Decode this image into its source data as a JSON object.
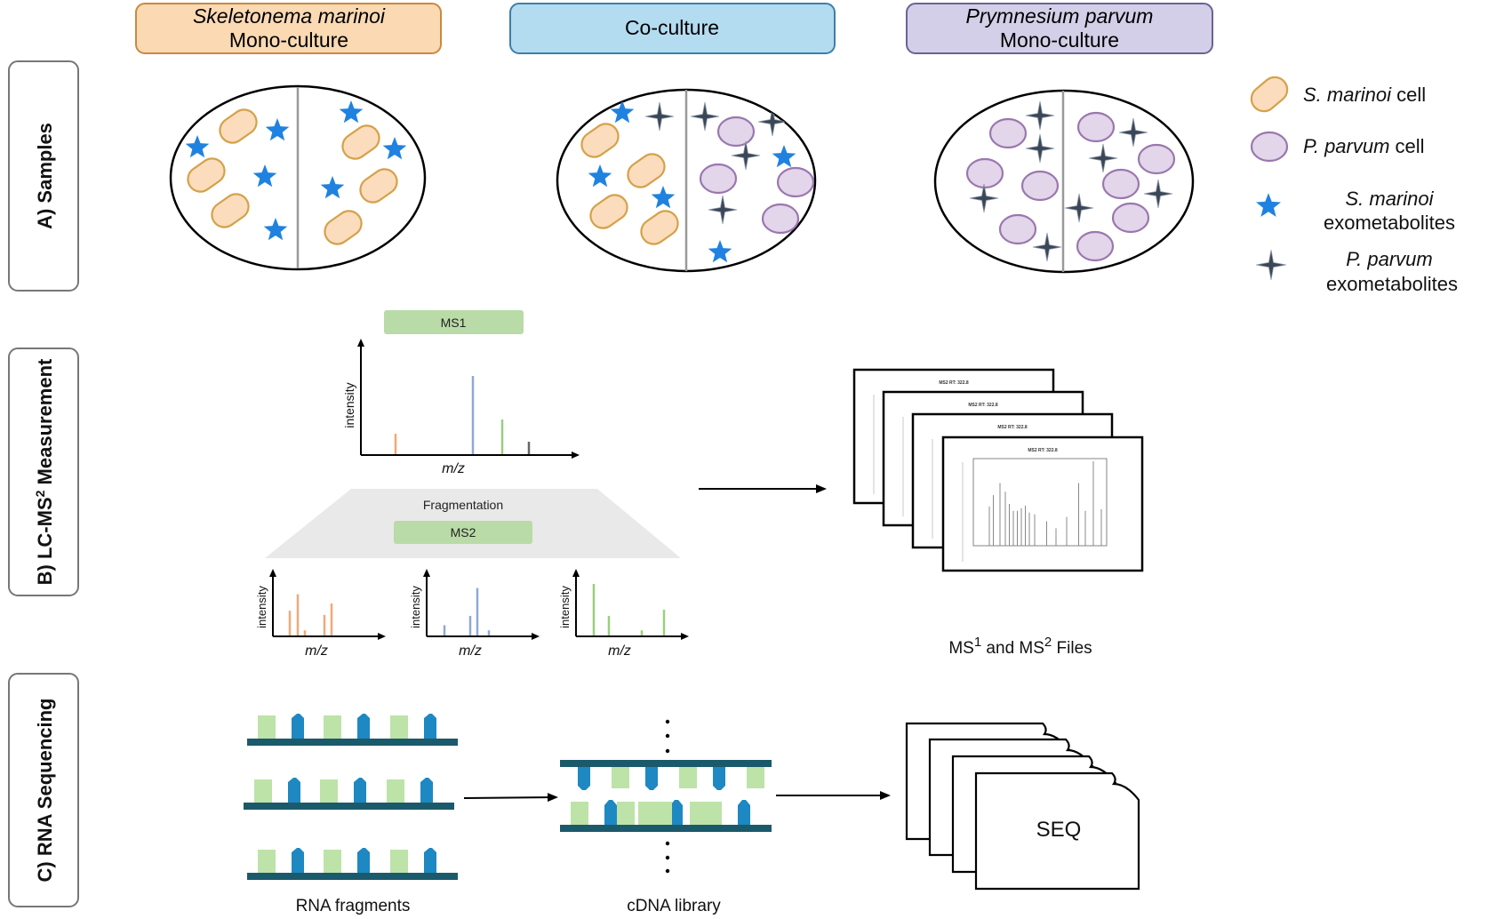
{
  "headers": {
    "sm_mono": {
      "line1": "Skeletonema marinoi",
      "line2": "Mono-culture",
      "fill": "#fad9b3",
      "stroke": "#c98a3e"
    },
    "coculture": {
      "line1": "Co-culture",
      "fill": "#b3dcf0",
      "stroke": "#3e7fa8"
    },
    "pp_mono": {
      "line1": "Prymnesium parvum",
      "line2": "Mono-culture",
      "fill": "#d4cfe8",
      "stroke": "#6a6294"
    }
  },
  "sections": {
    "a": "A) Samples",
    "b_pre": "B) LC-MS",
    "b_sup": "2",
    "b_post": " Measurement",
    "c": "C) RNA Sequencing"
  },
  "legend": {
    "sm_cell_it": "S. marinoi",
    "sm_cell_rest": " cell",
    "pp_cell_it": "P. parvum",
    "pp_cell_rest": " cell",
    "sm_exo_it": "S. marinoi",
    "sm_exo_rest": "exometabolites",
    "pp_exo_it": "P. parvum",
    "pp_exo_rest": "exometabolites"
  },
  "ms": {
    "ms1": "MS1",
    "ms2": "MS2",
    "fragmentation": "Fragmentation",
    "intensity": "intensity",
    "mz": "m/z",
    "plot_title": "MS2 RT: 322.8",
    "files_pre": "MS",
    "files_sup1": "1",
    "files_mid": " and MS",
    "files_sup2": "2",
    "files_post": " Files"
  },
  "rna": {
    "fragments": "RNA fragments",
    "library": "cDNA library",
    "seq": "SEQ"
  },
  "colors": {
    "sm_cell": "#fbdcbd",
    "sm_cell_stroke": "#d4a24a",
    "pp_cell": "#e3d5ea",
    "pp_cell_stroke": "#9a77ad",
    "sm_exo": "#1f82e0",
    "pp_exo": "#3b4757",
    "ms_green": "#b9dba7",
    "spike_orange": "#f0a879",
    "spike_blue": "#8ea9d8",
    "spike_green": "#98cf7e",
    "rna_green": "#bde3a8",
    "rna_blue": "#1e88c2",
    "rna_bar": "#1b5a6b"
  }
}
